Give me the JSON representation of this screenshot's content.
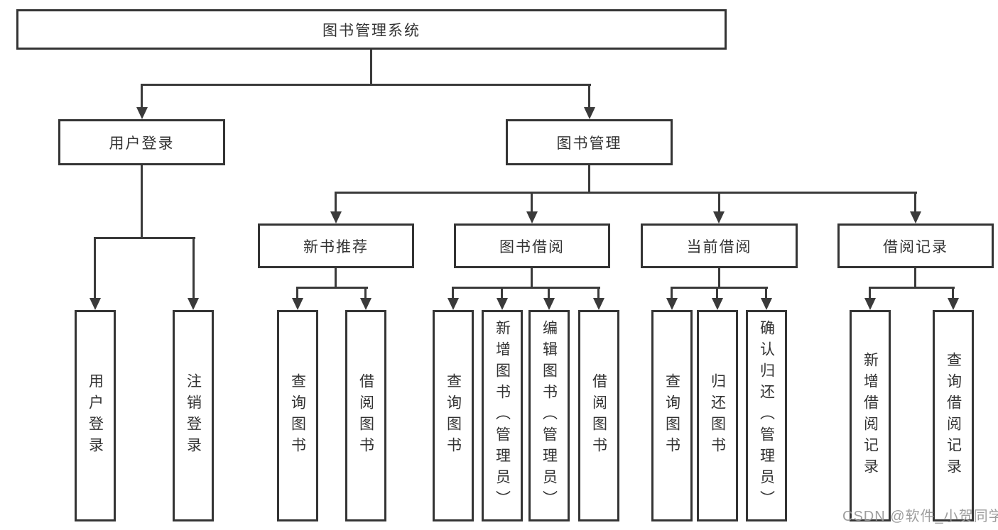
{
  "diagram": {
    "root": {
      "label": "图书管理系统"
    },
    "level2": [
      {
        "label": "用户登录"
      },
      {
        "label": "图书管理"
      }
    ],
    "level3": [
      {
        "label": "新书推荐"
      },
      {
        "label": "图书借阅"
      },
      {
        "label": "当前借阅"
      },
      {
        "label": "借阅记录"
      }
    ],
    "leaves": [
      {
        "label": "用户登录"
      },
      {
        "label": "注销登录"
      },
      {
        "label": "查询图书"
      },
      {
        "label": "借阅图书"
      },
      {
        "label": "查询图书"
      },
      {
        "label": "新增图书（管理员）"
      },
      {
        "label": "编辑图书（管理员）"
      },
      {
        "label": "借阅图书"
      },
      {
        "label": "查询图书"
      },
      {
        "label": "归还图书"
      },
      {
        "label": "确认归还（管理员）"
      },
      {
        "label": "新增借阅记录"
      },
      {
        "label": "查询借阅记录"
      }
    ]
  },
  "watermark": {
    "text": "CSDN @软件_小贺同学"
  },
  "colors": {
    "line": "#3a3a3a",
    "box_border": "#343434",
    "box_bg": "#ffffff",
    "text": "#333333",
    "watermark": "#969696"
  }
}
